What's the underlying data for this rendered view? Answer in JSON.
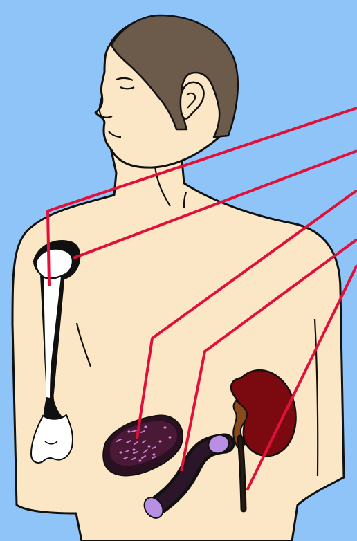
{
  "diagram": {
    "colors": {
      "background": "#8ec4f7",
      "skin": "#fbe7c5",
      "outline": "#111111",
      "hair": "#6c5a4b",
      "leader_lines": "#e0103a",
      "bone": "#ffffff",
      "bone_shadow": "#101010",
      "tissue": "#2a1020",
      "tissue_speckles": "#cf7bd8",
      "tube_end": "#b98fe3",
      "kidney": "#7a0a10",
      "ureter": "#8a4a1a"
    },
    "illustrations": [
      "human-torso",
      "humerus-bone",
      "tissue-sample",
      "tube-segment",
      "kidney-with-ureter"
    ]
  }
}
